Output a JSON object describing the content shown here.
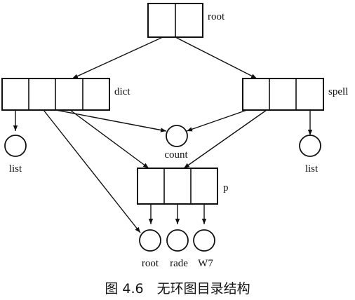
{
  "nodes": {
    "root": "root",
    "dict": "dict",
    "spell": "spell",
    "p": "p"
  },
  "leaves": {
    "dict_list": "list",
    "spell_list": "list",
    "count": "count",
    "p_root": "root",
    "p_rade": "rade",
    "p_w7": "W7"
  },
  "caption": "图 4.6　无环图目录结构"
}
